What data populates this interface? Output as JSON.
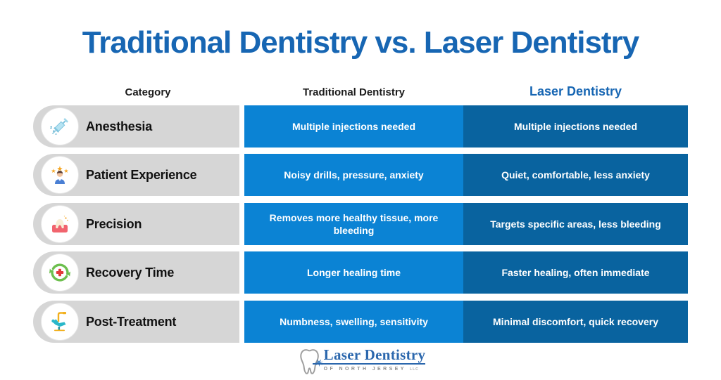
{
  "title": "Traditional Dentistry vs. Laser Dentistry",
  "colors": {
    "title_blue": "#1766b3",
    "traditional_cell": "#0b83d4",
    "laser_cell": "#09639f",
    "category_bg": "#d6d6d6"
  },
  "table": {
    "headers": {
      "category": "Category",
      "traditional": "Traditional Dentistry",
      "laser": "Laser Dentistry"
    },
    "rows": [
      {
        "icon": "syringe-icon",
        "category": "Anesthesia",
        "traditional": "Multiple injections needed",
        "laser": "Multiple injections needed"
      },
      {
        "icon": "patient-stars-icon",
        "category": "Patient Experience",
        "traditional": "Noisy drills, pressure, anxiety",
        "laser": "Quiet, comfortable, less anxiety"
      },
      {
        "icon": "tooth-gum-icon",
        "category": "Precision",
        "traditional": "Removes more healthy tissue, more bleeding",
        "laser": "Targets specific areas, less bleeding"
      },
      {
        "icon": "recovery-cycle-icon",
        "category": "Recovery Time",
        "traditional": "Longer healing time",
        "laser": "Faster healing, often immediate"
      },
      {
        "icon": "dental-chair-icon",
        "category": "Post-Treatment",
        "traditional": "Numbness, swelling, sensitivity",
        "laser": "Minimal discomfort, quick recovery"
      }
    ]
  },
  "footer_logo": {
    "name": "Laser Dentistry",
    "subtitle": "OF NORTH JERSEY",
    "llc": "LLC"
  }
}
